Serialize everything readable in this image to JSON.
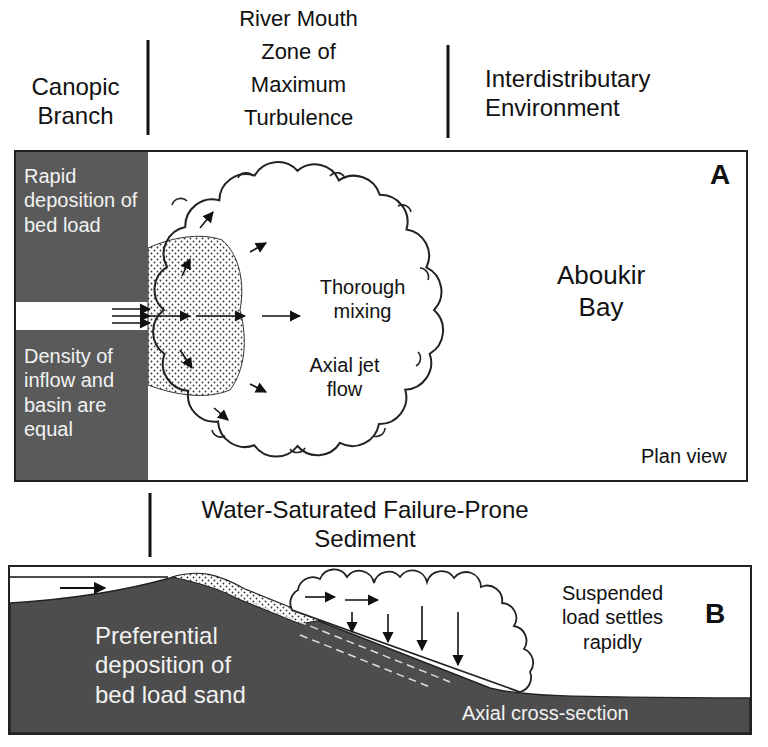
{
  "diagram": {
    "nodes": [
      {
        "text": [
          "A",
          "Aboukir Bay",
          "Plan view"
        ]
      },
      {
        "text": [
          "Rapid deposition of bed load"
        ],
        "in": 0
      },
      {
        "text": [
          "Density of inflow and basin are equal"
        ],
        "in": 0
      },
      {
        "text": [
          "Thorough mixing",
          "Axial jet flow"
        ],
        "in": 0
      },
      {
        "text": [
          "Suspended load settles rapidly",
          "B",
          "Preferential deposition of bed load sand",
          "Axial cross-section"
        ]
      }
    ],
    "labels": [
      "Canopic Branch",
      "River Mouth Zone of Maximum Turbulence",
      "Interdistributary Environment",
      "Water-Saturated Failure-Prone Sediment"
    ]
  }
}
